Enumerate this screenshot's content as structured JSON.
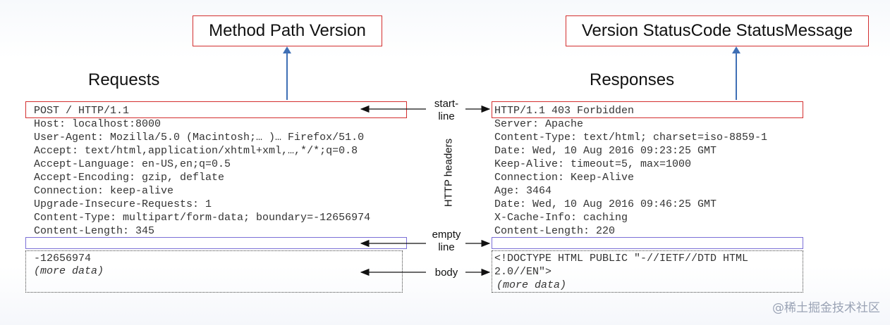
{
  "top_labels": {
    "left": "Method Path Version",
    "right": "Version StatusCode StatusMessage"
  },
  "headings": {
    "requests": "Requests",
    "responses": "Responses"
  },
  "request": {
    "start_line": "POST / HTTP/1.1",
    "headers": [
      "Host: localhost:8000",
      "User-Agent: Mozilla/5.0 (Macintosh;… )… Firefox/51.0",
      "Accept: text/html,application/xhtml+xml,…,*/*;q=0.8",
      "Accept-Language: en-US,en;q=0.5",
      "Accept-Encoding: gzip, deflate",
      "Connection: keep-alive",
      "Upgrade-Insecure-Requests: 1",
      "Content-Type: multipart/form-data; boundary=-12656974",
      "Content-Length: 345"
    ],
    "body": [
      "-12656974",
      "(more data)"
    ]
  },
  "response": {
    "start_line": "HTTP/1.1 403 Forbidden",
    "headers": [
      "Server: Apache",
      "Content-Type: text/html; charset=iso-8859-1",
      "Date: Wed, 10 Aug 2016 09:23:25 GMT",
      "Keep-Alive: timeout=5, max=1000",
      "Connection: Keep-Alive",
      "Age: 3464",
      "Date: Wed, 10 Aug 2016 09:46:25 GMT",
      "X-Cache-Info: caching",
      "Content-Length: 220"
    ],
    "body": [
      "<!DOCTYPE HTML PUBLIC \"-//IETF//DTD HTML",
      "2.0//EN\">",
      "(more data)"
    ]
  },
  "center_labels": {
    "start_line": [
      "start-",
      "line"
    ],
    "http_headers": "HTTP headers",
    "empty_line": [
      "empty",
      "line"
    ],
    "body": "body"
  },
  "watermark": "@稀土掘金技术社区",
  "colors": {
    "red_box": "#d32f2f",
    "blue_arrow": "#3f6fb5",
    "empty_line_box": "#7b6fd6"
  }
}
